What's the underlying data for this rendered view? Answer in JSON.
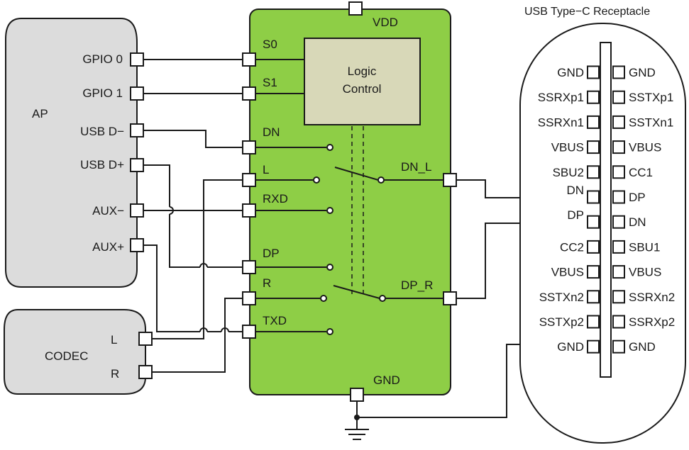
{
  "ap": {
    "label": "AP",
    "pins": [
      "GPIO 0",
      "GPIO 1",
      "USB D−",
      "USB D+",
      "AUX−",
      "AUX+"
    ]
  },
  "codec": {
    "label": "CODEC",
    "pins": [
      "L",
      "R"
    ]
  },
  "switch_ic": {
    "vdd": "VDD",
    "gnd": "GND",
    "logic_label_1": "Logic",
    "logic_label_2": "Control",
    "left_pins": [
      "S0",
      "S1",
      "DN",
      "L",
      "RXD",
      "DP",
      "R",
      "TXD"
    ],
    "right_pins": [
      "DN_L",
      "DP_R"
    ]
  },
  "usb": {
    "title": "USB Type−C Receptacle",
    "left_pins": [
      "GND",
      "SSRXp1",
      "SSRXn1",
      "VBUS",
      "SBU2",
      "DN",
      "DP",
      "CC2",
      "VBUS",
      "SSTXn2",
      "SSTXp2",
      "GND"
    ],
    "right_pins": [
      "GND",
      "SSTXp1",
      "SSTXn1",
      "VBUS",
      "CC1",
      "DP",
      "DN",
      "SBU1",
      "VBUS",
      "SSRXn2",
      "SSRXp2",
      "GND"
    ]
  },
  "colors": {
    "chip_fill": "#8ece46",
    "logic_fill": "#d8d8b8",
    "block_fill": "#dcdcdc",
    "line": "#1a1a1a"
  }
}
